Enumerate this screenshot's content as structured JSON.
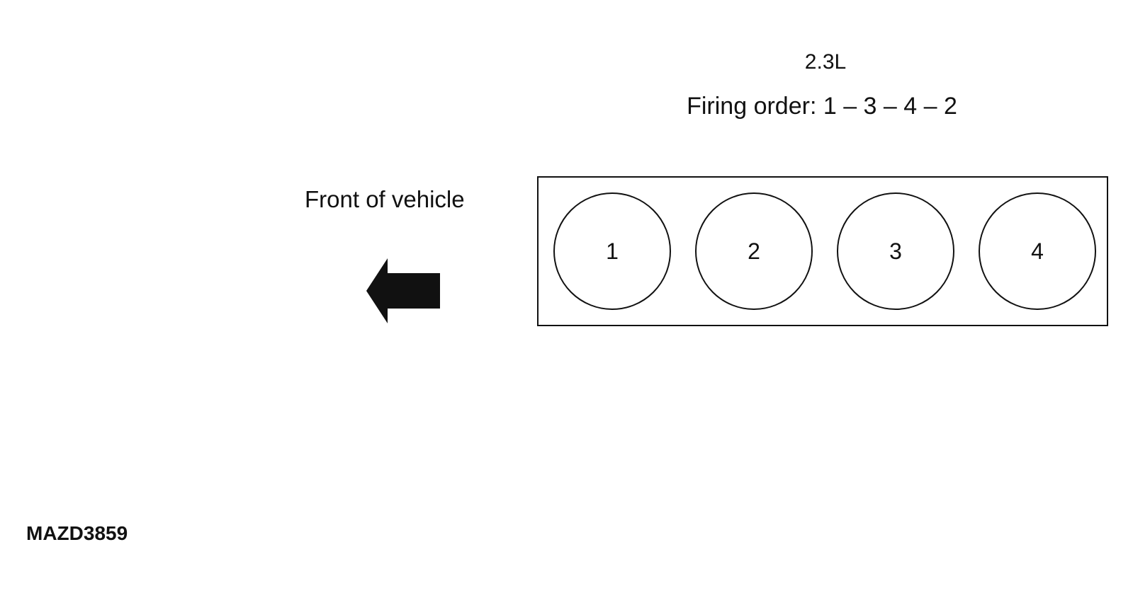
{
  "diagram": {
    "engine": "2.3L",
    "firing_order": "Firing order:  1 – 3 – 4 – 2",
    "front_label": "Front of vehicle",
    "arrow_icon": "left-arrow-icon",
    "cylinders": [
      {
        "label": "1"
      },
      {
        "label": "2"
      },
      {
        "label": "3"
      },
      {
        "label": "4"
      }
    ],
    "figure_id": "MAZD3859",
    "colors": {
      "ink": "#111111",
      "background": "#ffffff"
    }
  }
}
